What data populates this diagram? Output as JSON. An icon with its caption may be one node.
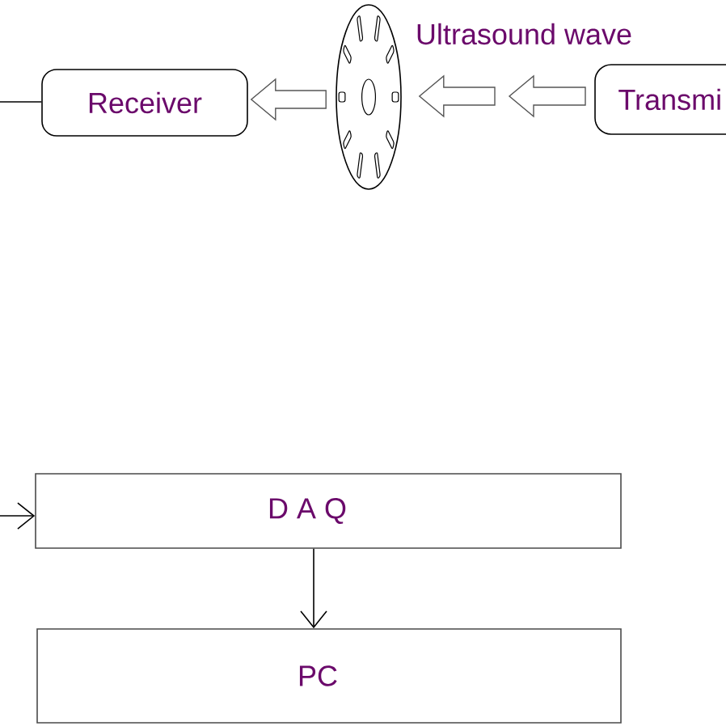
{
  "diagram": {
    "nodes": [
      {
        "text": [
          "Receiver"
        ]
      },
      {
        "text": [],
        "shape": "disc"
      },
      {
        "text": [
          "Transmi"
        ]
      },
      {
        "text": [
          "D A Q"
        ]
      },
      {
        "text": [
          "PC"
        ]
      }
    ],
    "edges": [
      {
        "from": null,
        "to": 0,
        "arrow": "none"
      },
      {
        "from": 1,
        "to": 0,
        "arrow": "to"
      },
      {
        "from": 2,
        "to": null,
        "arrow": "to"
      },
      {
        "from": null,
        "to": 1,
        "arrow": "to"
      },
      {
        "from": null,
        "to": 3,
        "arrow": "to"
      },
      {
        "from": 3,
        "to": 4,
        "arrow": "to"
      }
    ],
    "labels": [
      "Ultrasound wave"
    ]
  }
}
